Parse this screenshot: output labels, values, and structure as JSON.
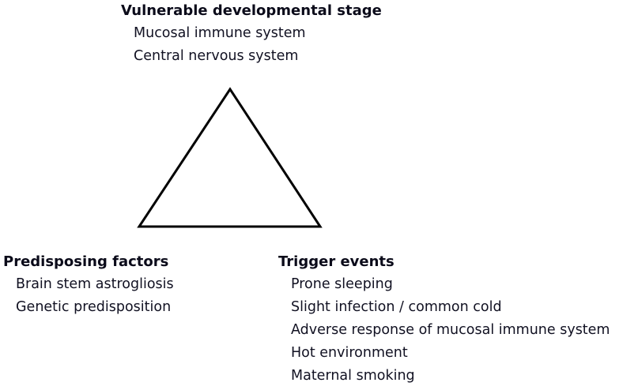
{
  "top": {
    "heading": "Vulnerable developmental stage",
    "items": [
      "Mucosal immune system",
      "Central nervous system"
    ]
  },
  "left": {
    "heading": "Predisposing factors",
    "items": [
      "Brain stem astrogliosis",
      "Genetic predisposition"
    ]
  },
  "right": {
    "heading": "Trigger events",
    "items": [
      "Prone sleeping",
      "Slight infection / common cold",
      "Adverse response of mucosal immune system",
      "Hot environment",
      "Maternal smoking"
    ]
  },
  "colors": {
    "text": "#0f0f1e",
    "triangle_stroke": "#000000"
  }
}
